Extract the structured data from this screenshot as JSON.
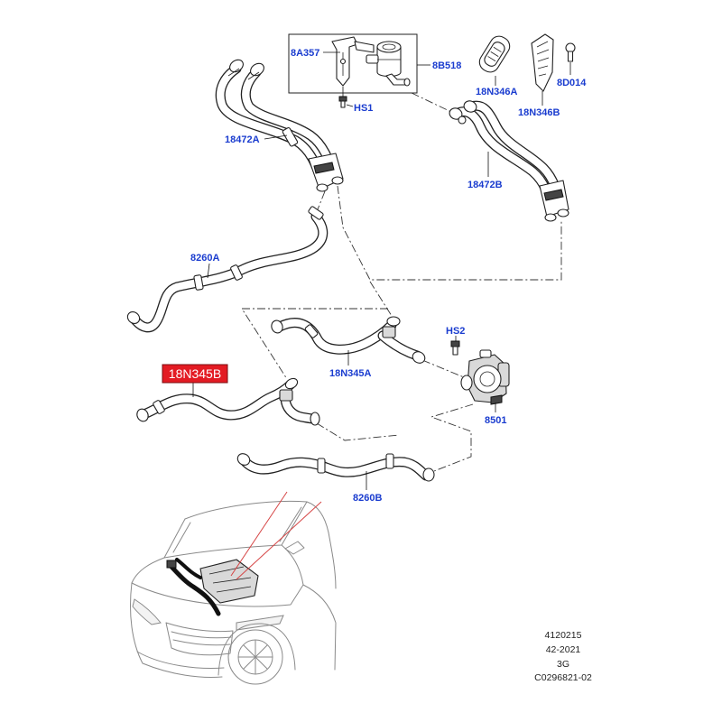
{
  "colors": {
    "label": "#1a3ccf",
    "highlight_fill": "#e31b23",
    "highlight_text": "#ffffff",
    "callout": "#d64545"
  },
  "labels": {
    "bracket_8a357": "8A357",
    "valve_8b518": "8B518",
    "bolt_hs1": "HS1",
    "grommet_18n346a": "18N346A",
    "bolt_8d014": "8D014",
    "shield_18n346b": "18N346B",
    "hose_18472a": "18472A",
    "hose_18472b": "18472B",
    "hose_8260a": "8260A",
    "bolt_hs2": "HS2",
    "hose_18n345a": "18N345A",
    "hose_18n345b": "18N345B",
    "pump_8501": "8501",
    "hose_8260b": "8260B"
  },
  "reference_block": [
    "4120215",
    "42-2021",
    "3G",
    "C0296821-02"
  ]
}
